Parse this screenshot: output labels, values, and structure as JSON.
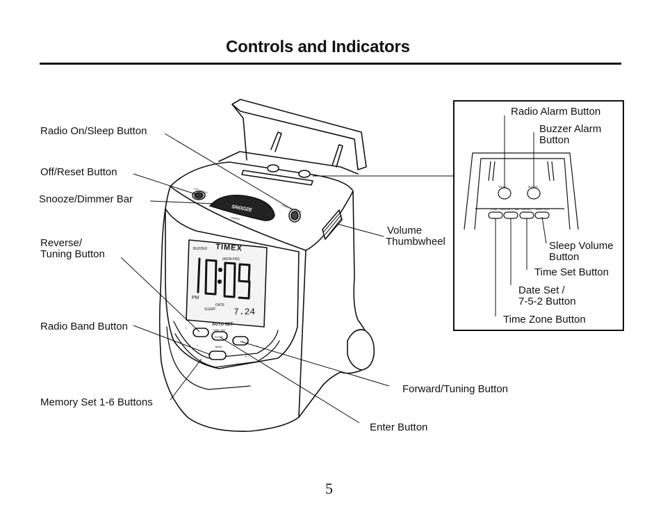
{
  "page": {
    "title": "Controls and Indicators",
    "page_number": "5"
  },
  "labels": {
    "radio_on_sleep": "Radio On/Sleep Button",
    "off_reset": "Off/Reset Button",
    "snooze_dimmer": "Snooze/Dimmer Bar",
    "reverse_tuning_line1": "Reverse/",
    "reverse_tuning_line2": "Tuning Button",
    "radio_band": "Radio Band Button",
    "memory_set": "Memory Set 1-6 Buttons",
    "volume_line1": "Volume",
    "volume_line2": "Thumbwheel",
    "forward_tuning": "Forward/Tuning Button",
    "enter": "Enter Button"
  },
  "inset_labels": {
    "radio_alarm": "Radio Alarm Button",
    "buzzer_alarm_line1": "Buzzer Alarm",
    "buzzer_alarm_line2": "Button",
    "sleep_volume_line1": "Sleep  Volume",
    "sleep_volume_line2": "Button",
    "time_set": "Time Set Button",
    "date_set_line1": "Date Set /",
    "date_set_line2": "7-5-2 Button",
    "time_zone": "Time Zone Button"
  },
  "device": {
    "brand": "TIMEX",
    "display_time": "10:09",
    "display_date": "7.24",
    "pm": "PM",
    "buzzer": "BUZZER",
    "radio": "RADIO",
    "mon_fri": "(MON-FRI)",
    "date": "DATE",
    "sleep": "SLEEP",
    "auto_set": "AUTO SET",
    "tune_set": "TUNE / SET",
    "enter": "ENTER",
    "band": "BAND",
    "snooze": "SNOOZE",
    "dimmer": "DIMMER",
    "off_reset": "OFF / RESET",
    "radio_on_sleep": "RADIO ON / SLEEP",
    "memory_numbers": [
      "1",
      "2",
      "3",
      "4",
      "5",
      "6"
    ],
    "inset_buttons": [
      "ZONE",
      "DATE SET / 7•5•2",
      "TIME SET",
      "SLEEP VOL"
    ],
    "inset_radio": "RADIO",
    "inset_buzzer": "BUZZER"
  }
}
